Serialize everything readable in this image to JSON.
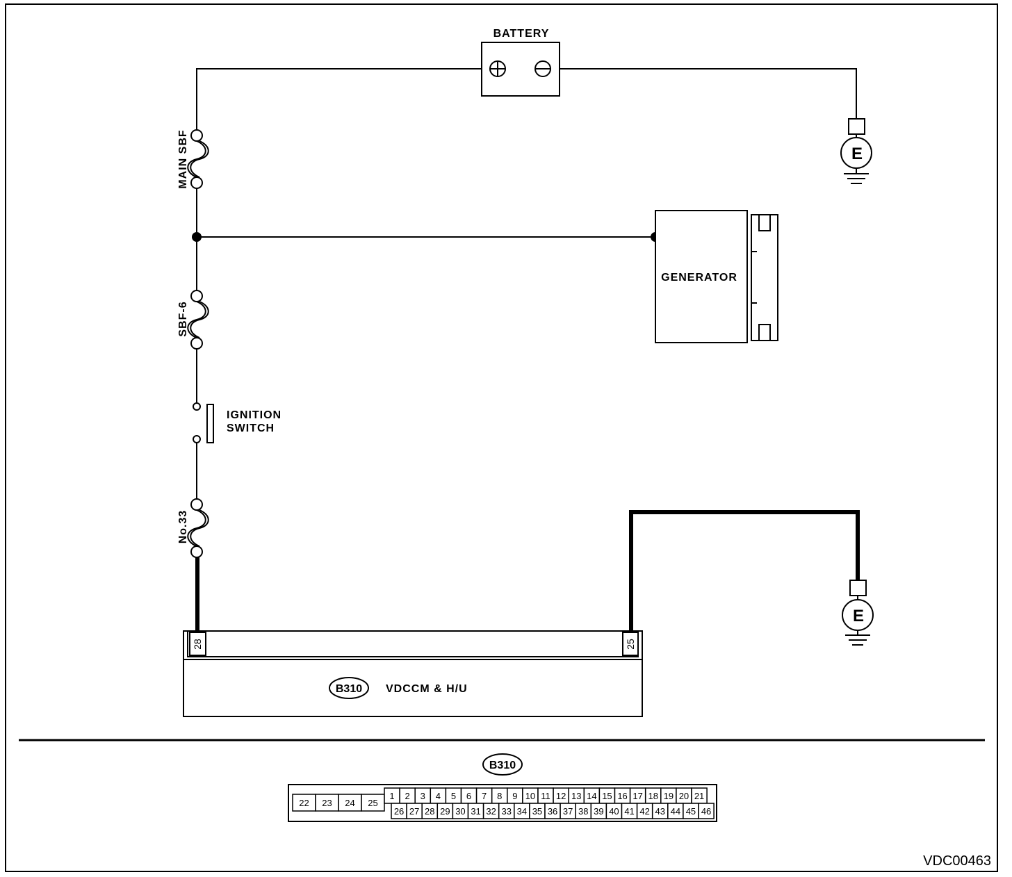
{
  "labels": {
    "battery": "BATTERY",
    "main_sbf": "MAIN SBF",
    "sbf6": "SBF-6",
    "ignition_line1": "IGNITION",
    "ignition_line2": "SWITCH",
    "no33": "No.33",
    "generator": "GENERATOR",
    "ground_e": "E",
    "module_code": "B310",
    "module_name": "VDCCM & H/U",
    "pin_left": "28",
    "pin_right": "25",
    "connector_code": "B310",
    "diagram_id": "VDC00463"
  },
  "connector": {
    "left_block": [
      "22",
      "23",
      "24",
      "25"
    ],
    "row_top": [
      "1",
      "2",
      "3",
      "4",
      "5",
      "6",
      "7",
      "8",
      "9",
      "10",
      "11",
      "12",
      "13",
      "14",
      "15",
      "16",
      "17",
      "18",
      "19",
      "20",
      "21"
    ],
    "row_bottom": [
      "26",
      "27",
      "28",
      "29",
      "30",
      "31",
      "32",
      "33",
      "34",
      "35",
      "36",
      "37",
      "38",
      "39",
      "40",
      "41",
      "42",
      "43",
      "44",
      "45",
      "46"
    ]
  }
}
